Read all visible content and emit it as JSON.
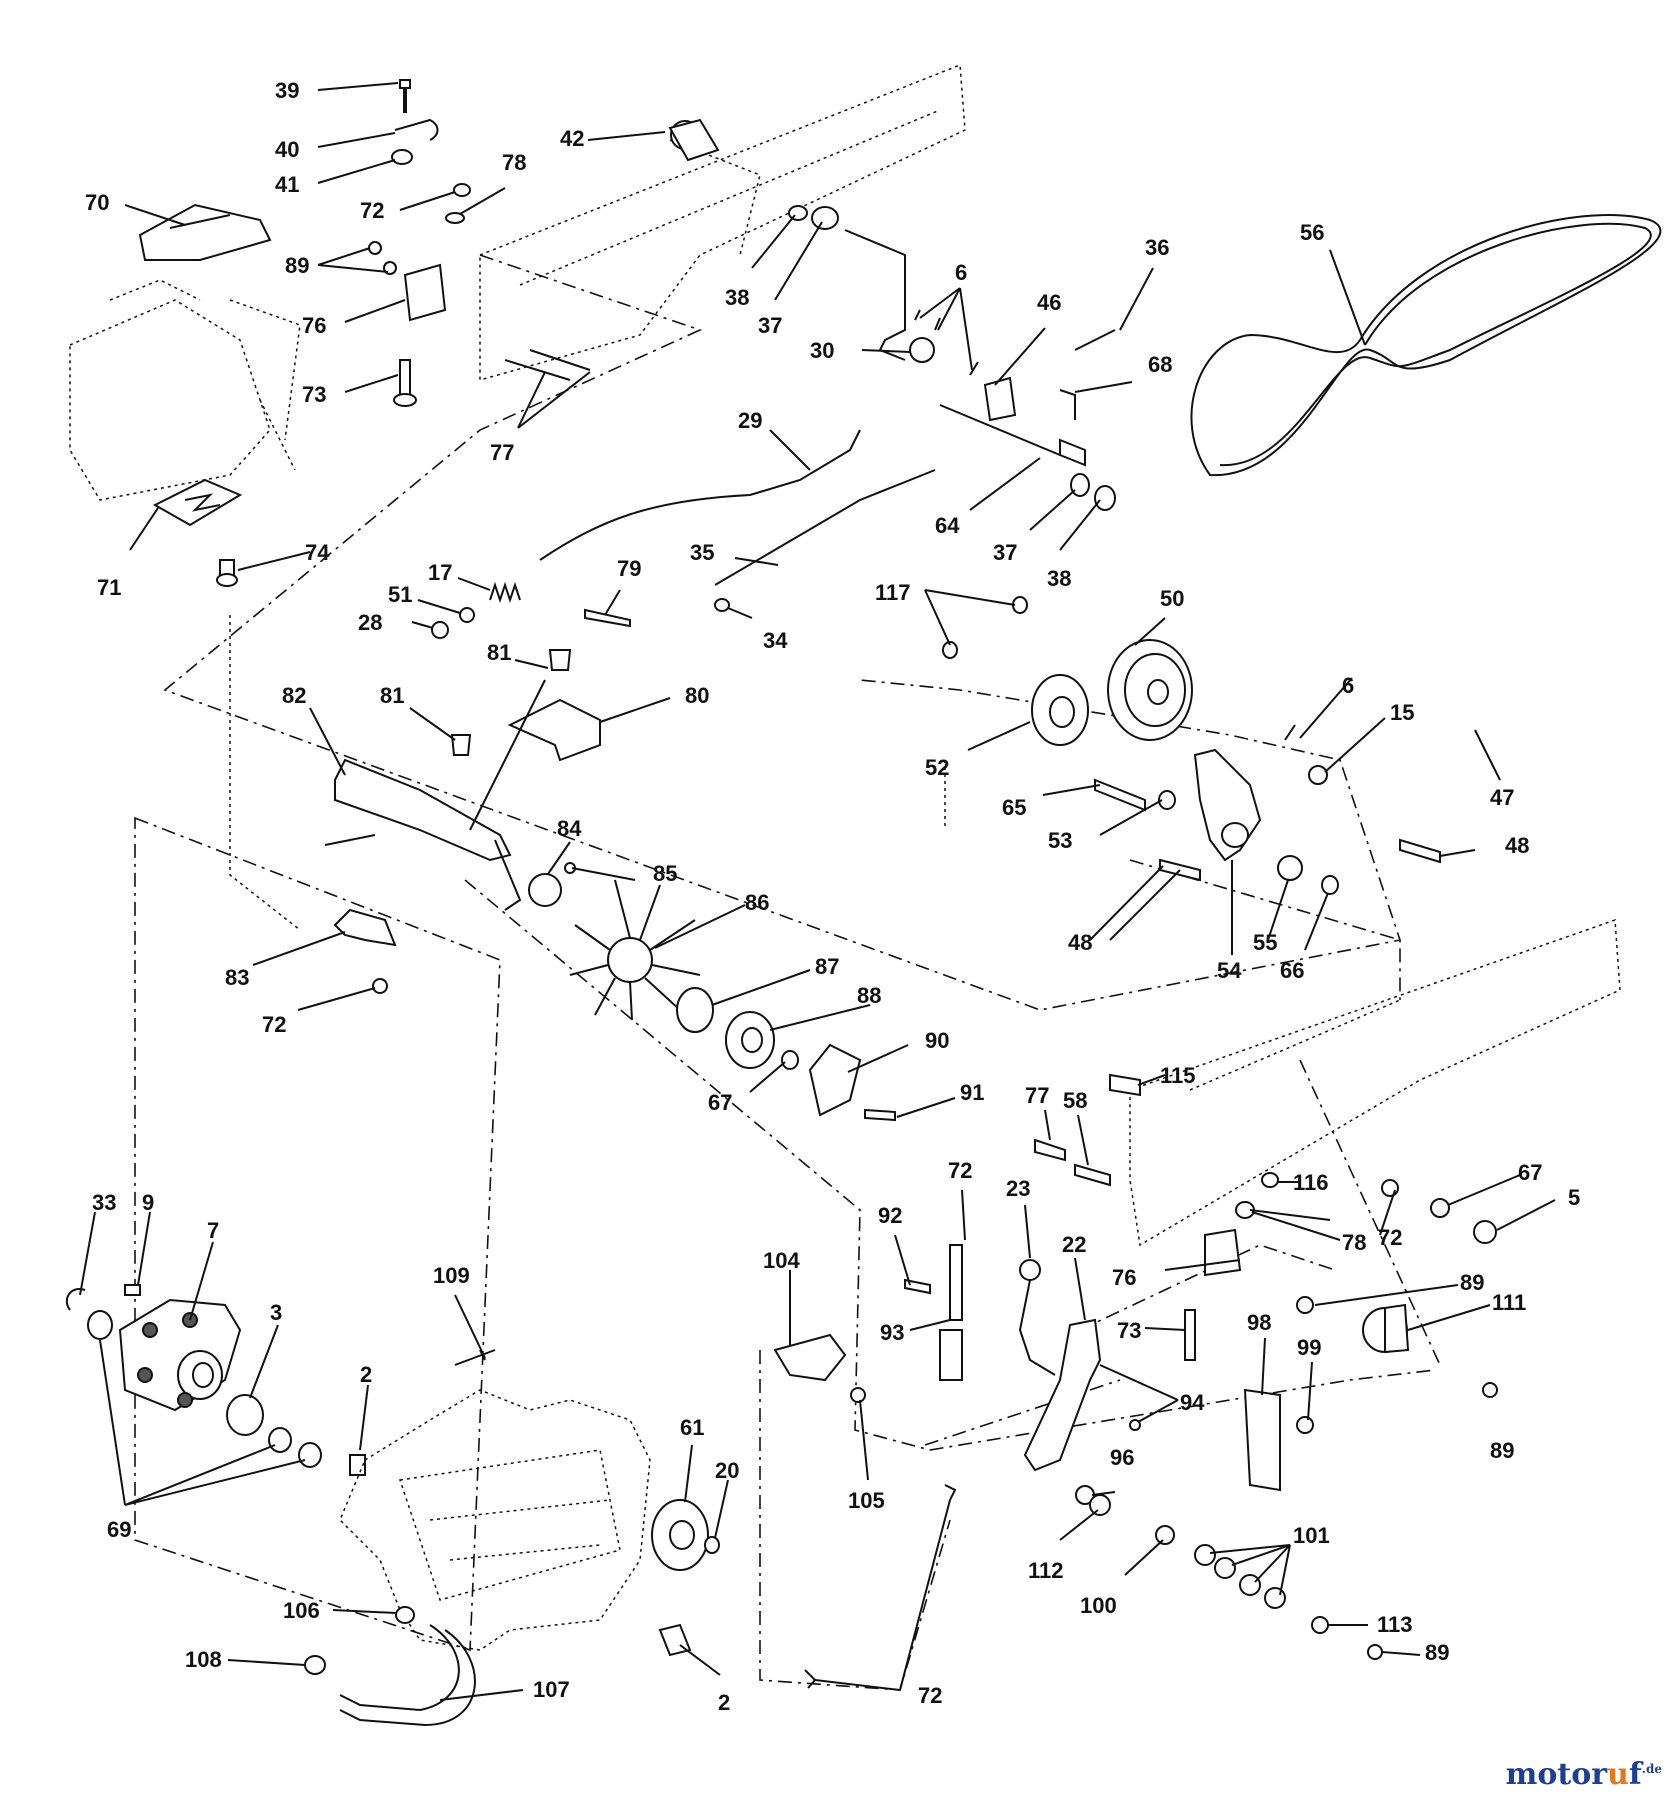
{
  "diagram": {
    "labels": [
      "39",
      "40",
      "41",
      "42",
      "70",
      "72",
      "78",
      "89",
      "76",
      "73",
      "77",
      "71",
      "74",
      "38",
      "37",
      "30",
      "6",
      "46",
      "36",
      "68",
      "56",
      "29",
      "64",
      "37",
      "38",
      "17",
      "79",
      "35",
      "51",
      "28",
      "34",
      "117",
      "50",
      "81",
      "82",
      "80",
      "81",
      "52",
      "6",
      "15",
      "65",
      "53",
      "47",
      "48",
      "84",
      "85",
      "86",
      "54",
      "55",
      "66",
      "48",
      "83",
      "72",
      "87",
      "88",
      "90",
      "67",
      "91",
      "115",
      "77",
      "58",
      "72",
      "116",
      "67",
      "5",
      "23",
      "22",
      "78",
      "72",
      "92",
      "93",
      "76",
      "89",
      "111",
      "73",
      "98",
      "99",
      "94",
      "104",
      "105",
      "33",
      "9",
      "7",
      "3",
      "109",
      "2",
      "61",
      "20",
      "69",
      "96",
      "112",
      "100",
      "101",
      "113",
      "89",
      "106",
      "108",
      "107",
      "2",
      "72",
      "89"
    ]
  },
  "watermark": {
    "brand_a": "motor",
    "brand_o": "u",
    "brand_b": "f",
    "suffix": ".de"
  }
}
